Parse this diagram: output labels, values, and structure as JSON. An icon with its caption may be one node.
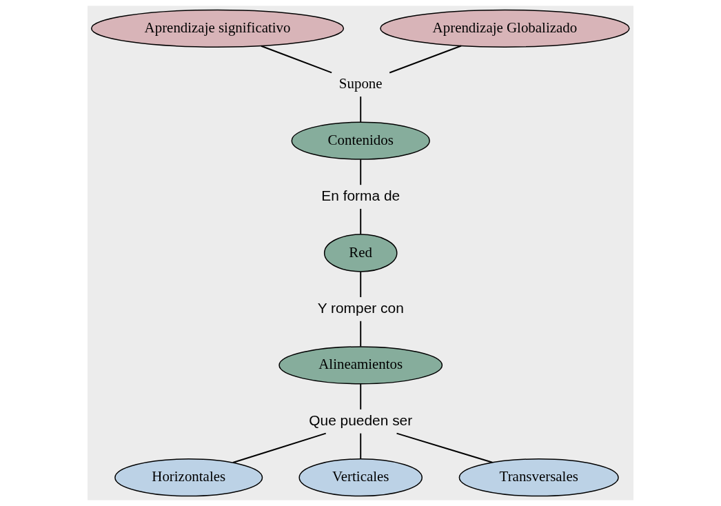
{
  "diagram": {
    "nodes": [
      {
        "text": [
          "Aprendizaje significativo"
        ]
      },
      {
        "text": [
          "Aprendizaje Globalizado"
        ]
      },
      {
        "text": [
          "Supone"
        ]
      },
      {
        "text": [
          "Contenidos"
        ]
      },
      {
        "text": [
          "En forma de"
        ]
      },
      {
        "text": [
          "Red"
        ]
      },
      {
        "text": [
          "Y romper con"
        ]
      },
      {
        "text": [
          "Alineamientos"
        ]
      },
      {
        "text": [
          "Que pueden ser"
        ]
      },
      {
        "text": [
          "Horizontales"
        ]
      },
      {
        "text": [
          "Verticales"
        ]
      },
      {
        "text": [
          "Transversales"
        ]
      }
    ],
    "edges": [
      {
        "from": 0,
        "to": 2,
        "arrow": "none"
      },
      {
        "from": 1,
        "to": 2,
        "arrow": "none"
      },
      {
        "from": 2,
        "to": 3,
        "arrow": "none"
      },
      {
        "from": 3,
        "to": 4,
        "arrow": "none"
      },
      {
        "from": 4,
        "to": 5,
        "arrow": "none"
      },
      {
        "from": 5,
        "to": 6,
        "arrow": "none"
      },
      {
        "from": 6,
        "to": 7,
        "arrow": "none"
      },
      {
        "from": 7,
        "to": 8,
        "arrow": "none"
      },
      {
        "from": 8,
        "to": 9,
        "arrow": "none"
      },
      {
        "from": 8,
        "to": 10,
        "arrow": "none"
      },
      {
        "from": 8,
        "to": 11,
        "arrow": "none"
      }
    ]
  }
}
